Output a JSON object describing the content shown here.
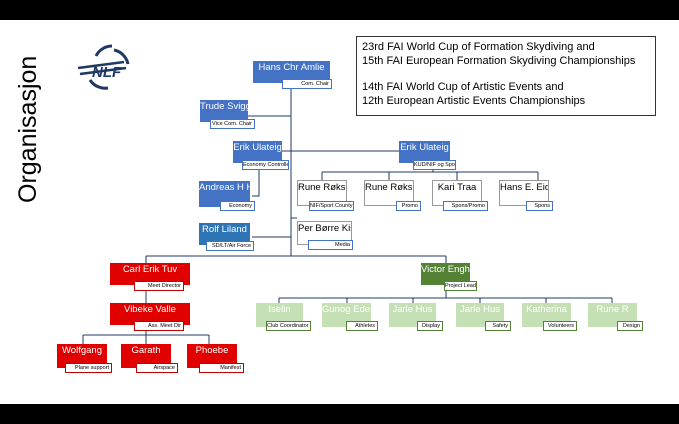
{
  "side_title": "Organisasjon",
  "logo": {
    "icon": "nlf-wings-logo",
    "text": "NLF",
    "color": "#1f3864"
  },
  "event_info": {
    "line1": "23rd FAI World Cup of Formation Skydiving and",
    "line2": "15th FAI European Formation Skydiving Championships",
    "line3": "14th FAI World Cup of Artistic Events and",
    "line4": "12th European Artistic Events Championships"
  },
  "org": {
    "chair": {
      "name": "Hans Chr Amlie",
      "role": "Com. Chair"
    },
    "vice_chair": {
      "name": "Trude Sviggum",
      "role": "Vice Com. Chair"
    },
    "economy_ctrl": {
      "name": "Erik Ulateig",
      "role": "Economy Controller"
    },
    "economy": {
      "name": "Andreas H Hemli",
      "role": "Economy"
    },
    "airforce": {
      "name": "Rolf Liland",
      "role": "SD/LT/Air Force"
    },
    "media": {
      "name": "Per Børre Kiserud",
      "role": "Media"
    },
    "kud": {
      "name": "Erik Ulateig",
      "role": "KUD/NIF og Spons"
    },
    "nif_sport": {
      "name": "Rune Røksund",
      "role": "NIF/Sport County"
    },
    "promo": {
      "name": "Rune Røksund",
      "role": "Promo"
    },
    "spons_promo": {
      "name": "Kari Traa",
      "role": "Spons/Promo"
    },
    "spons": {
      "name": "Hans E. Eide",
      "role": "Spons"
    },
    "meet_director": {
      "name": "Carl Erik Tuv",
      "role": "Meet Director"
    },
    "ass_meet_dir": {
      "name": "Vibeke Valle",
      "role": "Ass. Meet Dir"
    },
    "plane_support": {
      "name": "Wolfgang",
      "role": "Plane support"
    },
    "airspace": {
      "name": "Garath",
      "role": "Airspace"
    },
    "manifest": {
      "name": "Phoebe",
      "role": "Manifest"
    },
    "project_lead": {
      "name": "Victor Engholme",
      "role": "Project Lead"
    },
    "club_coord": {
      "name": "Iselin",
      "role": "Club Coordinator"
    },
    "athletes": {
      "name": "Gunog Ederen",
      "role": "Athletes"
    },
    "display": {
      "name": "Jarle Hus",
      "role": "Display"
    },
    "safety": {
      "name": "Jarle Hus",
      "role": "Safety"
    },
    "volunteers": {
      "name": "Katherina",
      "role": "Volunteers"
    },
    "design": {
      "name": "Rune R",
      "role": "Design"
    }
  }
}
